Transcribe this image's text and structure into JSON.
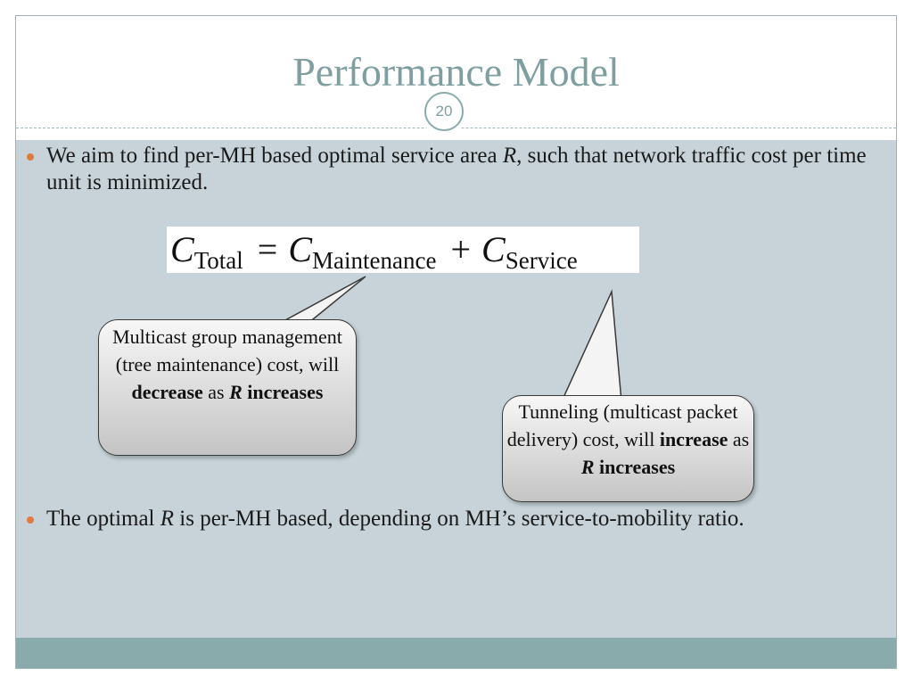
{
  "slide": {
    "title": "Performance Model",
    "page_number": "20"
  },
  "bullets": [
    {
      "part1": "We aim to find per-MH based optimal service area ",
      "var": "R",
      "part2": ", such that network traffic cost per time unit is minimized."
    },
    {
      "part1": "The optimal ",
      "var": "R",
      "part2": " is per-MH based, depending on MH’s service-to-mobility ratio."
    }
  ],
  "equation": {
    "symbol": "C",
    "total_sub": "Total",
    "equals": "=",
    "maintenance_sub": "Maintenance",
    "plus": "+",
    "service_sub": "Service"
  },
  "callouts": {
    "maintenance": {
      "text": "Multicast group management (tree maintenance) cost, will",
      "keyword": "decrease",
      "as": "as",
      "var": "R",
      "tail": "increases"
    },
    "service": {
      "text": "Tunneling (multicast packet delivery) cost, will",
      "keyword": "increase",
      "as": "as",
      "var": "R",
      "tail": "increases"
    }
  },
  "colors": {
    "title": "#7e9ea0",
    "content_bg": "#c7d3d9",
    "footer": "#8aabac",
    "bullet": "#e07a3f"
  }
}
